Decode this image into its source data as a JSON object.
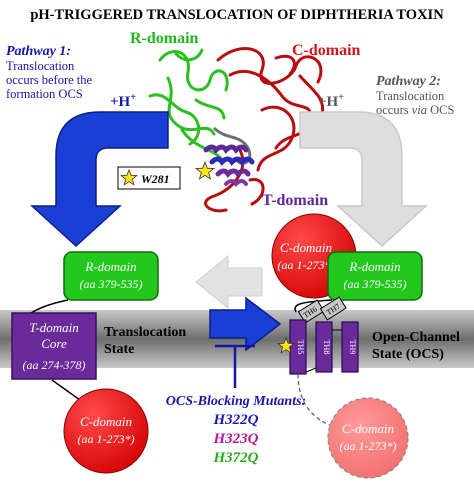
{
  "title": "pH-TRIGGERED TRANSLOCATION OF DIPHTHERIA TOXIN",
  "structure_labels": {
    "r_domain": "R-domain",
    "c_domain": "C-domain",
    "t_domain": "T-domain",
    "w281": "W281"
  },
  "pathway1": {
    "heading": "Pathway 1:",
    "lines": [
      "Translocation",
      "occurs before the",
      "formation OCS"
    ]
  },
  "pathway2": {
    "heading": "Pathway 2:",
    "line1": "Translocation",
    "line2_pre": "occurs ",
    "line2_em": "via",
    "line2_post": " OCS"
  },
  "proton_label": "+H",
  "proton_sup": "+",
  "left_state": {
    "r_domain": {
      "name": "R-domain",
      "range": "(aa 379-535)"
    },
    "t_core": {
      "line1": "T-domain",
      "line2": "Core",
      "range": "(aa 274-378)"
    },
    "c_domain": {
      "name": "C-domain",
      "range": "(aa 1-273*)"
    },
    "label_line1": "Translocation",
    "label_line2": "State"
  },
  "right_state": {
    "c_domain": {
      "name": "C-domain",
      "range": "(aa 1-273*)"
    },
    "r_domain": {
      "name": "R-domain",
      "range": "(aa 379-535)"
    },
    "c_domain_ghost": {
      "name": "C-domain",
      "range": "(aa 1-273*)"
    },
    "helices": [
      "TH5",
      "TH8",
      "TH9"
    ],
    "top_helices": [
      "TH6",
      "TH7"
    ],
    "label_line1": "Open-Channel",
    "label_line2": "State (OCS)"
  },
  "mutants": {
    "heading": "OCS-Blocking Mutants:",
    "items": [
      {
        "label": "H322Q",
        "color": "#1a1ab4"
      },
      {
        "label": "H323Q",
        "color": "#b4189c"
      },
      {
        "label": "H372Q",
        "color": "#2caa1c"
      }
    ]
  },
  "colors": {
    "title": "#000000",
    "pathway_blue": "#1515a8",
    "arrow_blue": "#1a3fd6",
    "arrow_grey": "#dedede",
    "r_green": "#22c81e",
    "c_red": "#e01010",
    "t_purple": "#6a2a9a",
    "c_domain_label": "#d41818",
    "membrane": "#8a8a8a"
  }
}
